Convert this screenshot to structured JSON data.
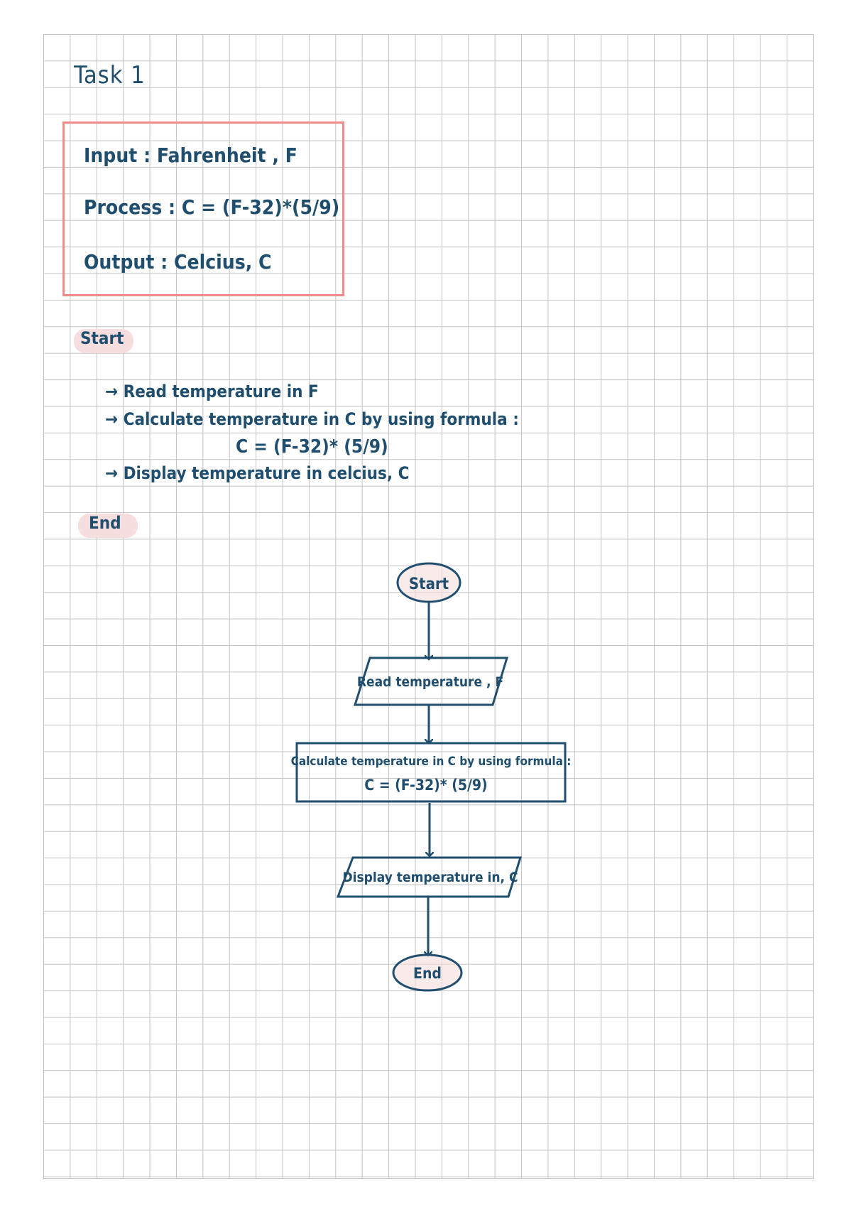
{
  "task_title": "Task 1",
  "ipo": {
    "input": "Input :  Fahrenheit , F",
    "process": "Process :  C = (F-32)*(5/9)",
    "output": "Output : Celcius, C"
  },
  "pseudocode": {
    "start": "Start",
    "steps": [
      "→ Read temperature in F",
      "→ Calculate temperature in C by using formula :",
      "C = (F-32)* (5/9)",
      "→ Display temperature in celcius, C"
    ],
    "end": "End"
  },
  "flowchart": {
    "start": "Start",
    "input": "Read temperature , F",
    "process_line1": "Calculate  temperature in C by using  formula :",
    "process_line2": "C = (F-32)* (5/9)",
    "output": "Display  temperature in, C",
    "end": "End"
  },
  "colors": {
    "ink": "#1f4e6e",
    "box_border": "#f28b8b",
    "highlight": "#f7dede",
    "grid": "#c2c2c2"
  }
}
